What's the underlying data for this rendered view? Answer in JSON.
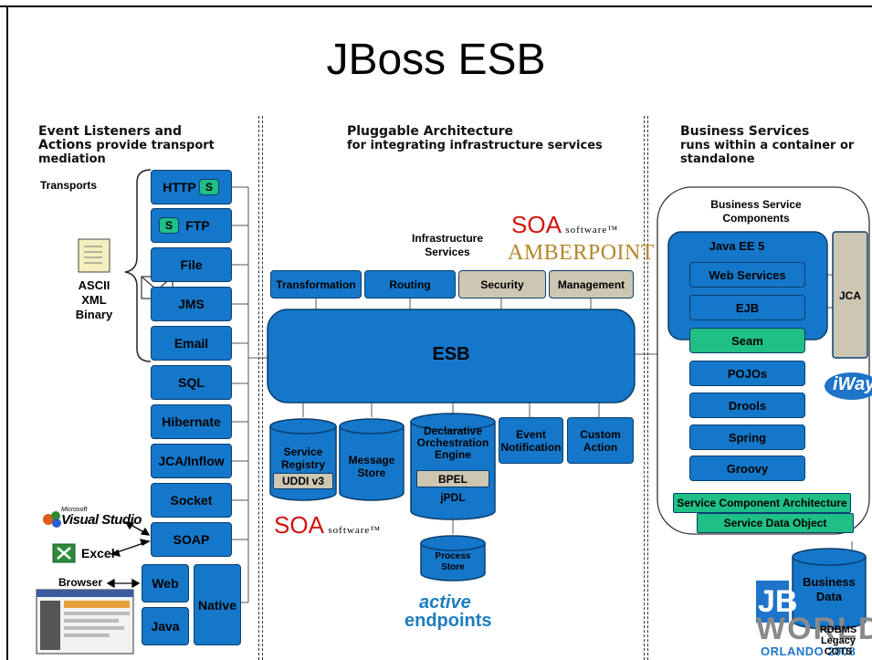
{
  "title": "JBoss ESB",
  "left": {
    "header": {
      "line1": "Event Listeners and",
      "line2a": "Actions ",
      "line2b": "provide transport",
      "line3": "mediation"
    },
    "transports_label": "Transports",
    "formats": [
      "ASCII",
      "XML",
      "Binary"
    ],
    "boxes": [
      "HTTP",
      "FTP",
      "File",
      "JMS",
      "Email",
      "SQL",
      "Hibernate",
      "JCA/Inflow",
      "Socket",
      "SOAP"
    ],
    "s_badge": "S",
    "web": "Web",
    "java": "Java",
    "native": "Native",
    "visual_studio": "Visual Studio",
    "microsoft": "Microsoft",
    "excel": "Excel",
    "browser": "Browser"
  },
  "center": {
    "header": {
      "line1": "Pluggable Architecture",
      "line2": "for integrating infrastructure services"
    },
    "infra_label": [
      "Infrastructure",
      "Services"
    ],
    "soa_logo": {
      "big": "SOA",
      "small": "software™"
    },
    "amberpoint": "AMBERPOINT",
    "services": [
      "Transformation",
      "Routing",
      "Security",
      "Management"
    ],
    "esb": "ESB",
    "service_registry": [
      "Service",
      "Registry"
    ],
    "uddi": "UDDI v3",
    "message_store": [
      "Message",
      "Store"
    ],
    "declarative": [
      "Declarative",
      "Orchestration",
      "Engine"
    ],
    "bpel": "BPEL",
    "jpdl": "jPDL",
    "event_notification": [
      "Event",
      "Notification"
    ],
    "custom_action": [
      "Custom",
      "Action"
    ],
    "process_store": [
      "Process",
      "Store"
    ],
    "soa_logo2": {
      "big": "SOA",
      "small": "software™"
    },
    "active_endpoints": {
      "line1": "active",
      "line2": "endpoints"
    }
  },
  "right": {
    "header": {
      "line1": "Business Services",
      "line2": "runs within a container or",
      "line3": "standalone"
    },
    "components_label": [
      "Business Service",
      "Components"
    ],
    "javaee": "Java EE 5",
    "web_services": "Web Services",
    "ejb": "EJB",
    "jca": "JCA",
    "seam": "Seam",
    "pojos": "POJOs",
    "drools": "Drools",
    "spring": "Spring",
    "groovy": "Groovy",
    "sca": "Service Component Architecture",
    "sdo": "Service Data Object",
    "business_data": [
      "Business",
      "Data"
    ],
    "rdbms": [
      "RDBMS",
      "Legacy",
      "COTS"
    ],
    "iway": "iWay",
    "jbw": {
      "j": "JB",
      "world": "WORLD",
      "orlando": "ORLANDO 2008"
    }
  },
  "colors": {
    "blue": "#1577c9",
    "gray": "#cdc6b2",
    "green": "#1fbf86",
    "border": "#0b3e6d"
  }
}
